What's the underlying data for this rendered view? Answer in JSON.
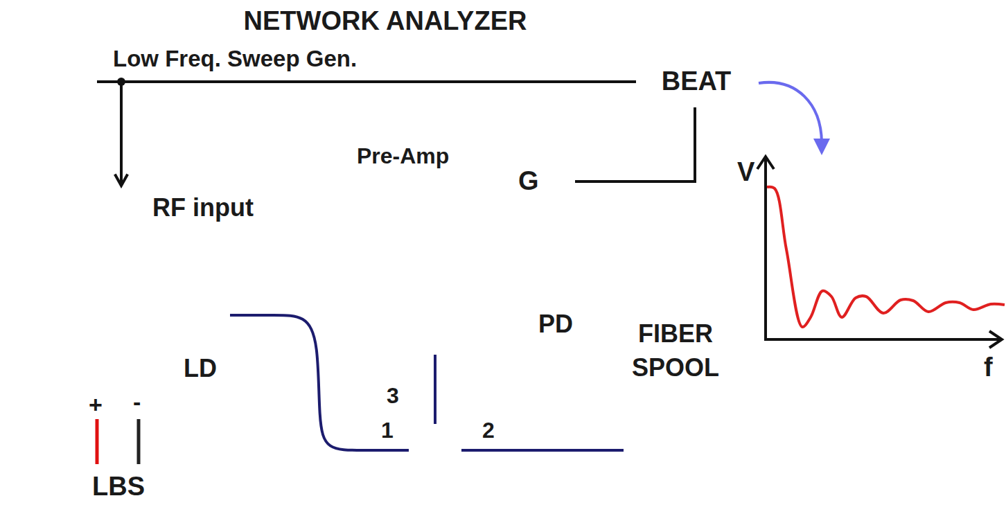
{
  "diagram": {
    "nodes": [
      {
        "text": [
          "NETWORK ANALYZER"
        ]
      },
      {
        "text": [
          "Low Freq. Sweep Gen."
        ],
        "in": 0
      },
      {
        "text": [
          "BEAT"
        ],
        "in": 0
      },
      {
        "text": [
          "Pre-Amp",
          "PD"
        ]
      },
      {
        "text": [
          "G"
        ],
        "in": 3
      },
      {
        "text": [
          "RF input",
          "LD"
        ]
      },
      {
        "text": [
          "LBS"
        ]
      },
      {
        "text": [
          "1",
          "2",
          "3"
        ]
      },
      {
        "text": [
          "FIBER SPOOL"
        ]
      }
    ],
    "edges": [
      {
        "from": 1,
        "to": 2,
        "arrow": "none"
      },
      {
        "from": 1,
        "to": 5,
        "arrow": "to"
      },
      {
        "from": 4,
        "to": 2,
        "arrow": "none"
      },
      {
        "from": 5,
        "to": 7,
        "arrow": "none"
      },
      {
        "from": 7,
        "to": 8,
        "arrow": "none"
      },
      {
        "from": 7,
        "to": 3,
        "arrow": "none"
      },
      {
        "from": 6,
        "to": 5,
        "arrow": "none"
      },
      {
        "from": 6,
        "to": 5,
        "arrow": "none"
      }
    ],
    "labels": [
      "+",
      "-",
      "V",
      "f"
    ]
  }
}
